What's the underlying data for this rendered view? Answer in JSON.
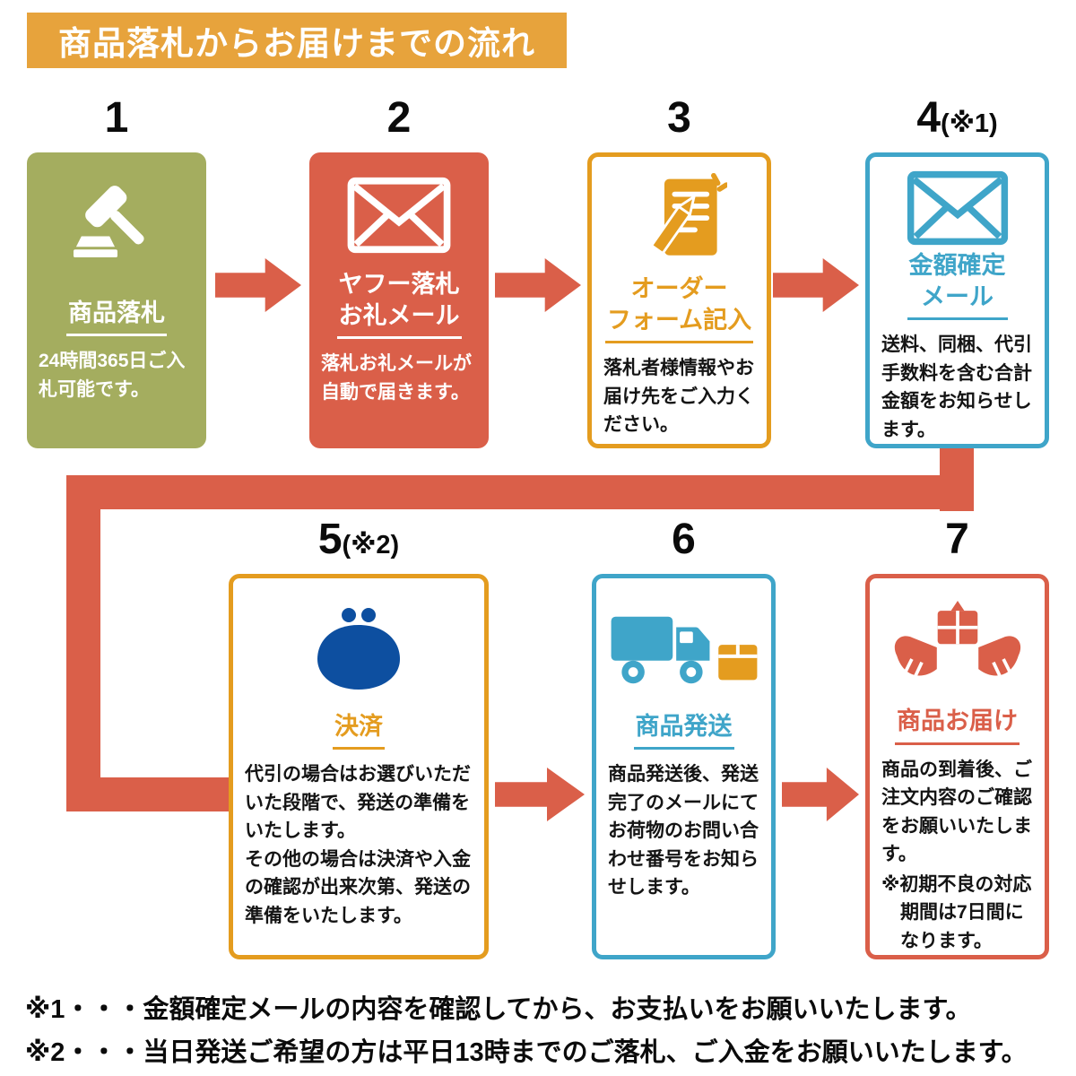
{
  "header": {
    "title": "商品落札からお届けまでの流れ",
    "bg_color": "#E7A33C"
  },
  "colors": {
    "header_orange": "#E7A33C",
    "olive": "#A4AD5F",
    "red": "#DA5F49",
    "orange": "#E49C1F",
    "blue": "#3FA5C9",
    "navy_purse": "#0D4FA0",
    "arrow_red": "#DA5F49"
  },
  "steps": [
    {
      "number": "1",
      "note": "",
      "icon": "gavel-icon",
      "title": "商品落札",
      "desc": "24時間365日ご入札可能です。"
    },
    {
      "number": "2",
      "note": "",
      "icon": "mail-icon",
      "title": "ヤフー落札\nお礼メール",
      "desc": "落札お礼メールが自動で届きます。"
    },
    {
      "number": "3",
      "note": "",
      "icon": "pencil-form-icon",
      "title": "オーダー\nフォーム記入",
      "desc": "落札者様情報やお届け先をご入力ください。"
    },
    {
      "number": "4",
      "note": "(※1)",
      "icon": "mail-icon",
      "title": "金額確定\nメール",
      "desc": "送料、同梱、代引手数料を含む合計金額をお知らせします。"
    },
    {
      "number": "5",
      "note": "(※2)",
      "icon": "coin-purse-icon",
      "title": "決済",
      "desc": "代引の場合はお選びいただいた段階で、発送の準備をいたします。\nその他の場合は決済や入金の確認が出来次第、発送の準備をいたします。"
    },
    {
      "number": "6",
      "note": "",
      "icon": "truck-box-icon",
      "title": "商品発送",
      "desc": "商品発送後、発送完了のメールにてお荷物のお問い合わせ番号をお知らせします。"
    },
    {
      "number": "7",
      "note": "",
      "icon": "hands-package-icon",
      "title": "商品お届け",
      "desc": "商品の到着後、ご注文内容のご確認をお願いいたします。",
      "desc_note": "※初期不良の対応期間は7日間になります。"
    }
  ],
  "footnotes": [
    "※1・・・金額確定メールの内容を確認してから、お支払いをお願いいたします。",
    "※2・・・当日発送ご希望の方は平日13時までのご落札、ご入金をお願いいたします。"
  ]
}
